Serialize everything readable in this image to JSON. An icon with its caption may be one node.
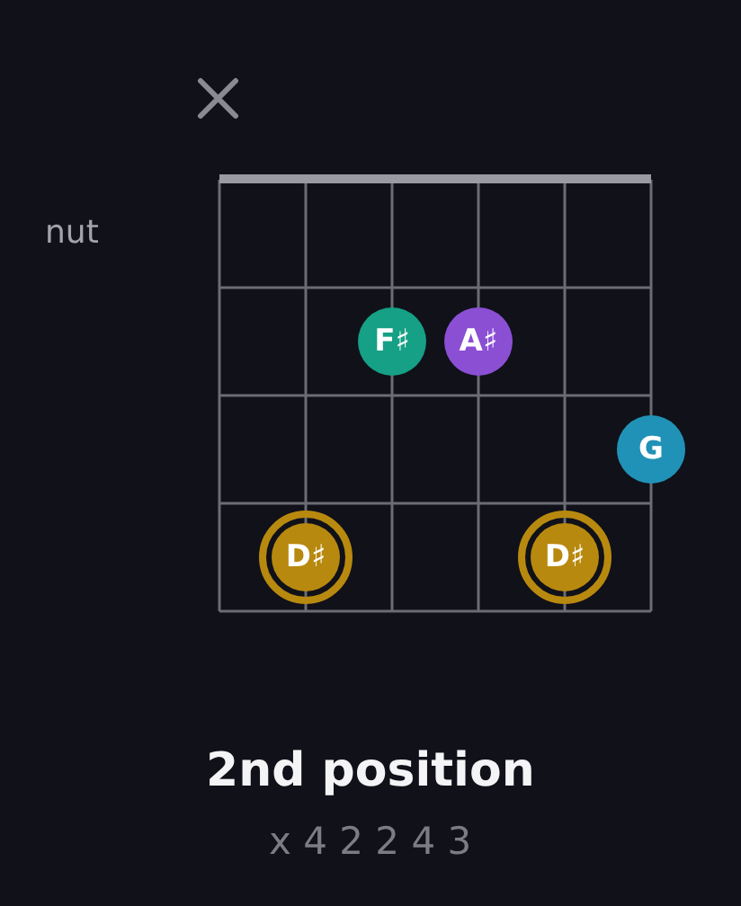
{
  "diagram": {
    "title": "2nd position",
    "nodes": [
      {
        "text": [
          "F♯"
        ]
      },
      {
        "text": [
          "A♯"
        ]
      },
      {
        "text": [
          "G"
        ]
      },
      {
        "text": [
          "D♯"
        ]
      },
      {
        "text": [
          "D♯"
        ]
      }
    ],
    "labels": [
      "nut",
      "x 4 2 2 4 3"
    ]
  }
}
